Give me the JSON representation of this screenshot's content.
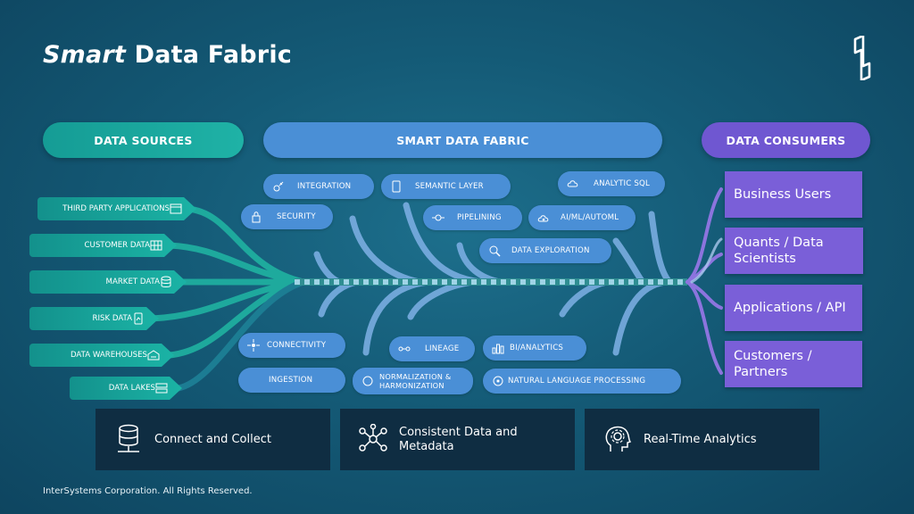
{
  "title": {
    "emph": "Smart",
    "rest": "Data Fabric"
  },
  "headers": {
    "sources": "DATA SOURCES",
    "fabric": "SMART DATA FABRIC",
    "consumers": "DATA CONSUMERS"
  },
  "sources": [
    {
      "label": "THIRD PARTY APPLICATIONS",
      "icon": "app-window-icon"
    },
    {
      "label": "CUSTOMER DATA",
      "icon": "grid-icon"
    },
    {
      "label": "MARKET DATA",
      "icon": "database-icon"
    },
    {
      "label": "RISK DATA",
      "icon": "mobile-chart-icon"
    },
    {
      "label": "DATA WAREHOUSES",
      "icon": "warehouse-icon"
    },
    {
      "label": "DATA LAKES",
      "icon": "server-icon"
    }
  ],
  "fabric_top": [
    {
      "label": "INTEGRATION",
      "icon": "satellite-icon"
    },
    {
      "label": "SEMANTIC LAYER",
      "icon": "tablet-icon"
    },
    {
      "label": "ANALYTIC SQL",
      "icon": "cloud-icon"
    },
    {
      "label": "SECURITY",
      "icon": "lock-icon"
    },
    {
      "label": "PIPELINING",
      "icon": "pipe-icon"
    },
    {
      "label": "AI/ML/AUTOML",
      "icon": "cloud-gear-icon"
    },
    {
      "label": "DATA EXPLORATION",
      "icon": "magnifier-icon"
    }
  ],
  "fabric_bottom": [
    {
      "label": "CONNECTIVITY",
      "icon": "hub-icon"
    },
    {
      "label": "LINEAGE",
      "icon": "chain-icon"
    },
    {
      "label": "BI/ANALYTICS",
      "icon": "bar-chart-icon"
    },
    {
      "label": "INGESTION",
      "icon": ""
    },
    {
      "label": "NORMALIZATION & HARMONIZATION",
      "icon": "circle-icon"
    },
    {
      "label": "NATURAL LANGUAGE PROCESSING",
      "icon": "circle-gear-icon"
    }
  ],
  "consumers": [
    {
      "label": "Business Users"
    },
    {
      "label": "Quants / Data Scientists"
    },
    {
      "label": "Applications / API"
    },
    {
      "label": "Customers / Partners"
    }
  ],
  "features": [
    {
      "label": "Connect and Collect",
      "icon": "database-stack-icon"
    },
    {
      "label": "Consistent Data and Metadata",
      "icon": "network-icon"
    },
    {
      "label": "Real-Time Analytics",
      "icon": "head-gear-icon"
    }
  ],
  "footer": "InterSystems Corporation. All Rights Reserved.",
  "colors": {
    "teal": "#1bb3a5",
    "blue": "#4a8fd6",
    "purple": "#7a5fd8",
    "dark_panel": "#0f2d42"
  }
}
